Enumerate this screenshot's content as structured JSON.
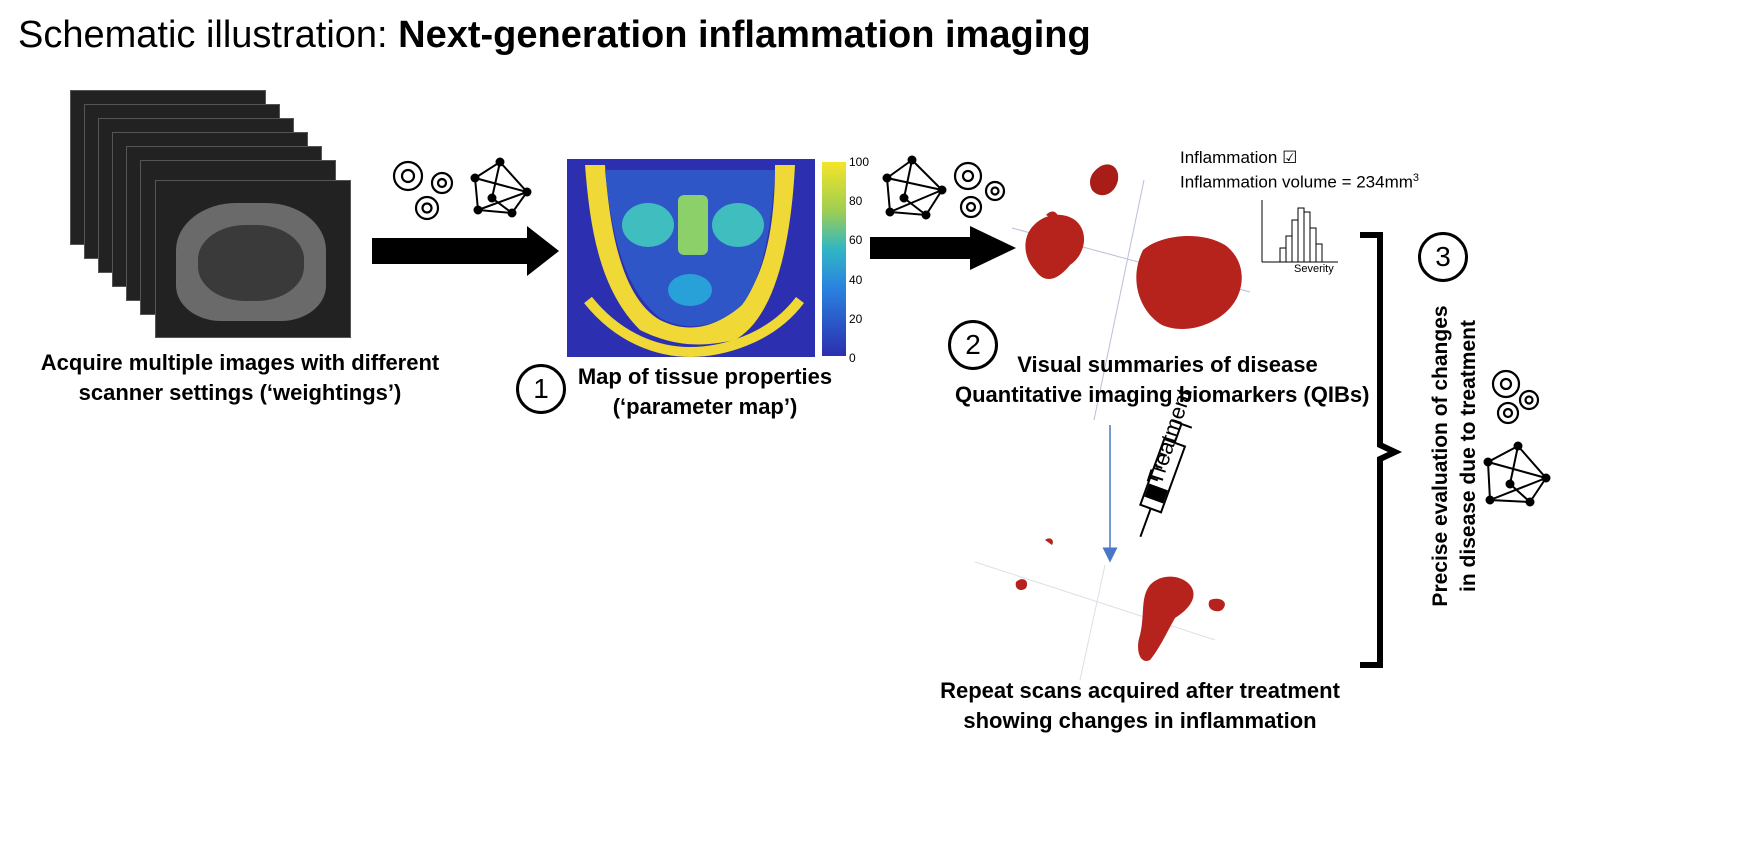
{
  "title": {
    "prefix": "Schematic illustration: ",
    "bold": "Next-generation inflammation imaging"
  },
  "captions": {
    "acquire_line1": "Acquire multiple images with different",
    "acquire_line2": "scanner settings (‘weightings’)",
    "map_line1": "Map of tissue properties",
    "map_line2": "(‘parameter map’)",
    "visual_line1": "Visual summaries of disease",
    "visual_line2": "Quantitative imaging biomarkers (QIBs)",
    "repeat_line1": "Repeat scans acquired after treatment",
    "repeat_line2": "showing changes in inflammation",
    "precise_line1": "Precise evaluation of changes",
    "precise_line2": "in disease due to treatment"
  },
  "steps": [
    "1",
    "2",
    "3"
  ],
  "colorbar": {
    "ticks": [
      "100",
      "80",
      "60",
      "40",
      "20",
      "0"
    ]
  },
  "annotations": {
    "inflammation": "Inflammation",
    "inflammation_check": "☑",
    "volume_prefix": "Inflammation volume = 234mm",
    "volume_unit_sup": "3",
    "histogram_label": "Severity",
    "treatment": "Treatment"
  },
  "colors": {
    "arrow": "#000000",
    "lesion": "#b5231c",
    "thin_arrow": "#4a76c7",
    "colormap_low": "#2b2fb0",
    "colormap_mid": "#30b6c4",
    "colormap_high": "#f5e528"
  },
  "icons": [
    "gears-icon",
    "network-icon",
    "syringe-icon",
    "checkbox-icon",
    "histogram-icon"
  ]
}
